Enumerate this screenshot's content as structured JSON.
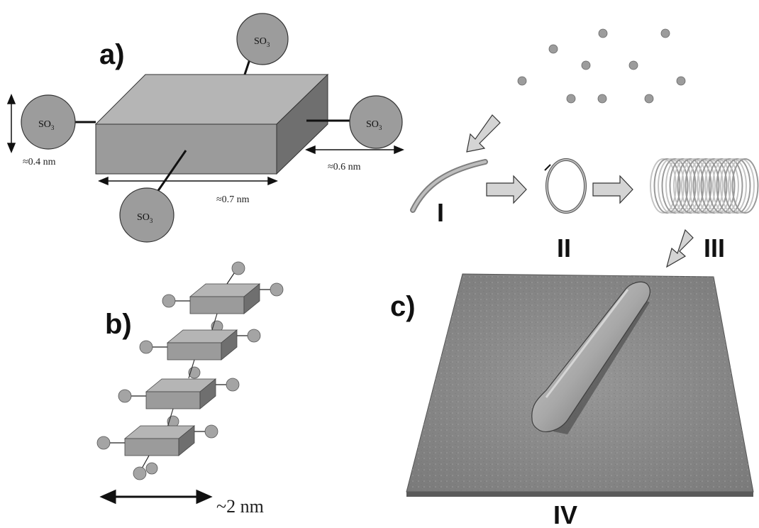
{
  "panels": {
    "a": "a)",
    "b": "b)",
    "c": "c)"
  },
  "molecule": {
    "group_label": "SO",
    "group_subscript": "3",
    "dim_height": "≈0.4 nm",
    "dim_depth": "≈0.6 nm",
    "dim_length": "≈0.7 nm"
  },
  "stack": {
    "scale_label": "~2 nm"
  },
  "assembly": {
    "stage_labels": [
      "I",
      "II",
      "III",
      "IV"
    ]
  },
  "colors": {
    "box_top": "#b4b4b4",
    "box_front": "#9a9a9a",
    "box_side": "#6f6f6f",
    "sphere": "#9c9c9c",
    "arrow_fill": "#d4d4d4",
    "afm_surface": "#8a8a8a"
  }
}
